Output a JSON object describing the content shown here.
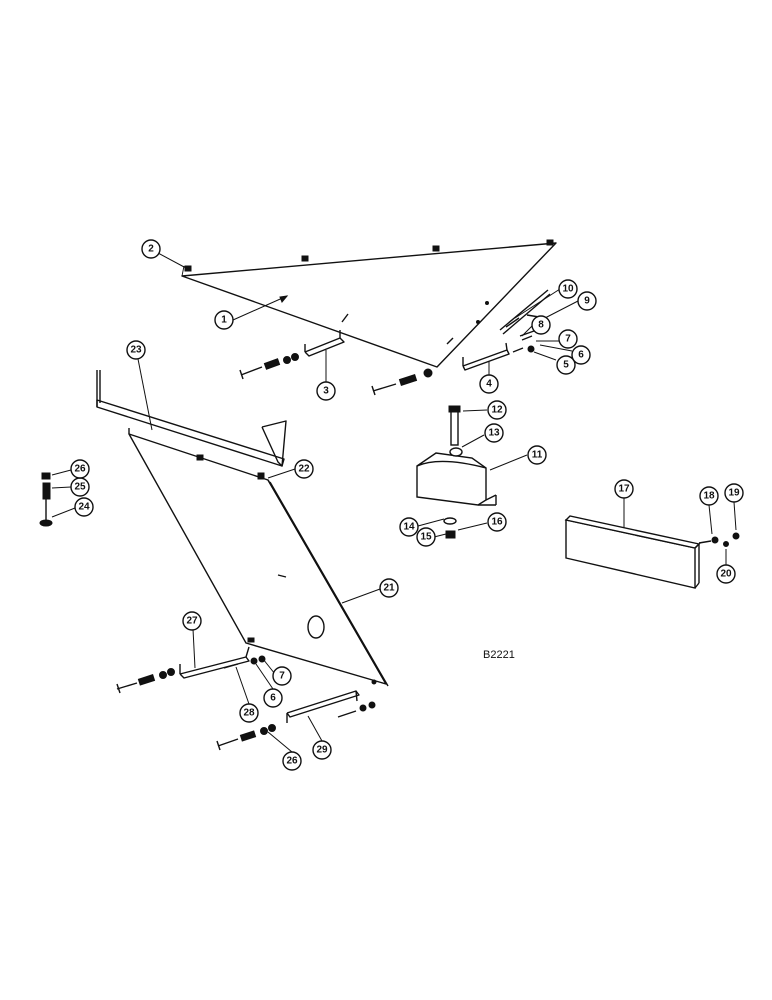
{
  "drawing": {
    "code": "B2221"
  },
  "callouts": [
    {
      "id": "c1",
      "label": "1"
    },
    {
      "id": "c2",
      "label": "2"
    },
    {
      "id": "c3",
      "label": "3"
    },
    {
      "id": "c4",
      "label": "4"
    },
    {
      "id": "c5",
      "label": "5"
    },
    {
      "id": "c6a",
      "label": "6"
    },
    {
      "id": "c7a",
      "label": "7"
    },
    {
      "id": "c8",
      "label": "8"
    },
    {
      "id": "c9",
      "label": "9"
    },
    {
      "id": "c10",
      "label": "10"
    },
    {
      "id": "c11",
      "label": "11"
    },
    {
      "id": "c12",
      "label": "12"
    },
    {
      "id": "c13",
      "label": "13"
    },
    {
      "id": "c14",
      "label": "14"
    },
    {
      "id": "c15",
      "label": "15"
    },
    {
      "id": "c16",
      "label": "16"
    },
    {
      "id": "c17",
      "label": "17"
    },
    {
      "id": "c18",
      "label": "18"
    },
    {
      "id": "c19",
      "label": "19"
    },
    {
      "id": "c20",
      "label": "20"
    },
    {
      "id": "c21",
      "label": "21"
    },
    {
      "id": "c22",
      "label": "22"
    },
    {
      "id": "c23",
      "label": "23"
    },
    {
      "id": "c24",
      "label": "24"
    },
    {
      "id": "c25",
      "label": "25"
    },
    {
      "id": "c26a",
      "label": "26"
    },
    {
      "id": "c27",
      "label": "27"
    },
    {
      "id": "c28",
      "label": "28"
    },
    {
      "id": "c6b",
      "label": "6"
    },
    {
      "id": "c7b",
      "label": "7"
    },
    {
      "id": "c26b",
      "label": "26"
    },
    {
      "id": "c29",
      "label": "29"
    }
  ]
}
